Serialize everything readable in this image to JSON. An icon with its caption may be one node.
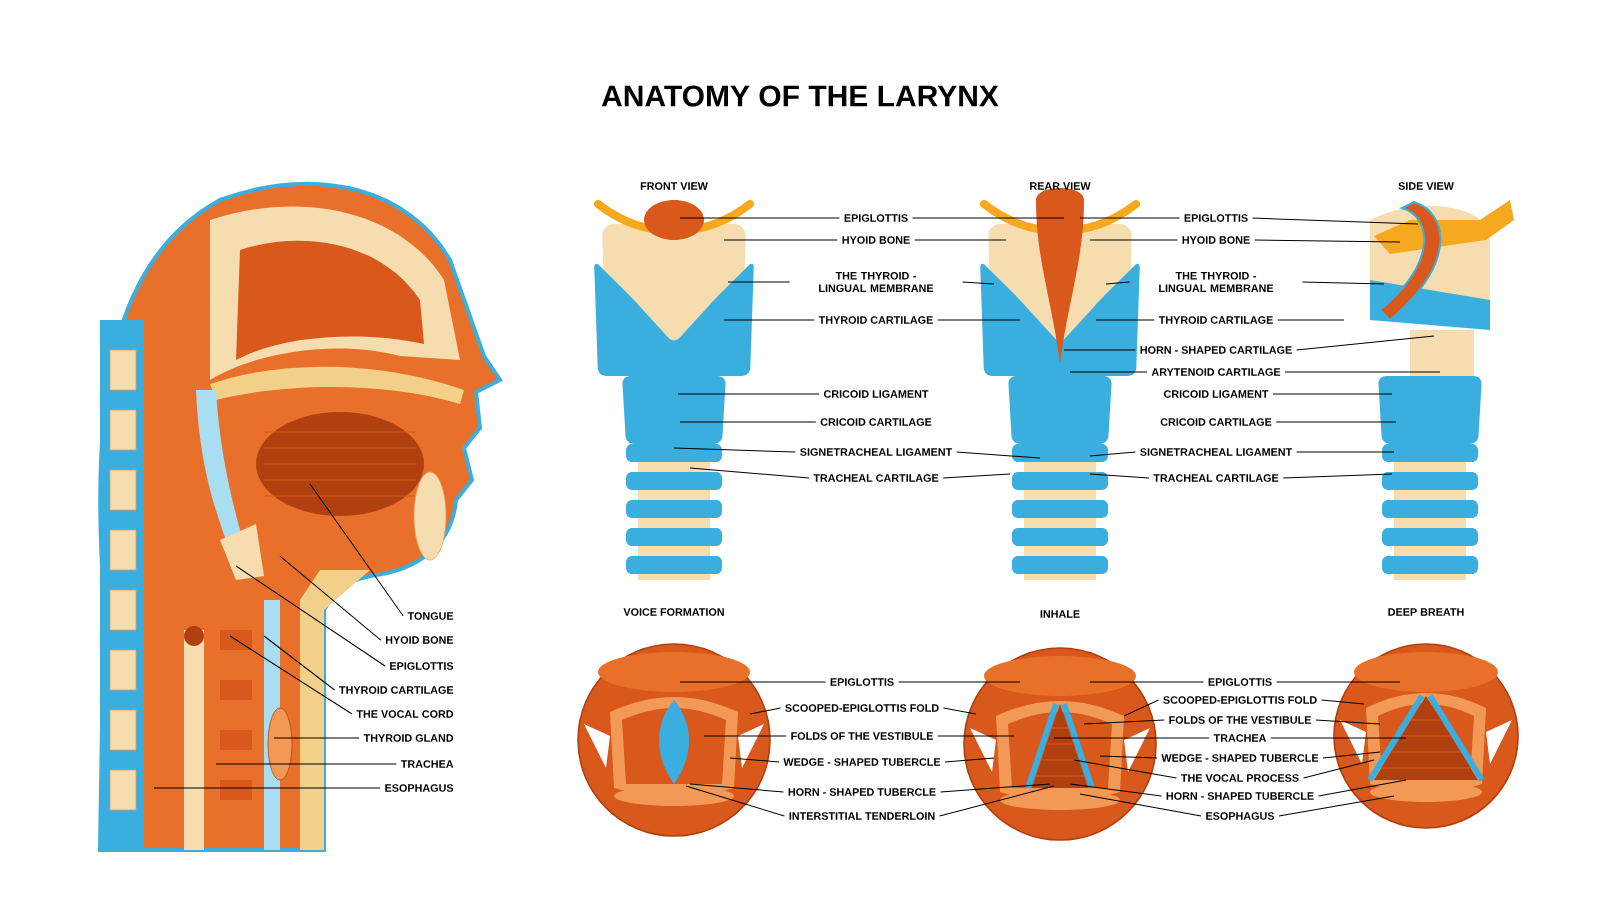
{
  "diagram": {
    "title": "ANATOMY OF THE LARYNX",
    "nodes": [
      {
        "text": [
          "TONGUE"
        ]
      },
      {
        "text": [
          "HYOID BONE"
        ]
      },
      {
        "text": [
          "EPIGLOTTIS"
        ]
      },
      {
        "text": [
          "THYROID CARTILAGE"
        ]
      },
      {
        "text": [
          "THE VOCAL CORD"
        ]
      },
      {
        "text": [
          "THYROID GLAND"
        ]
      },
      {
        "text": [
          "TRACHEA"
        ]
      },
      {
        "text": [
          "ESOPHAGUS"
        ]
      },
      {
        "text": [
          "EPIGLOTTIS"
        ]
      },
      {
        "text": [
          "HYOID BONE"
        ]
      },
      {
        "text": [
          "THE THYROID - LINGUAL MEMBRANE"
        ]
      },
      {
        "text": [
          "THYROID CARTILAGE"
        ]
      },
      {
        "text": [
          "CRICOID LIGAMENT"
        ]
      },
      {
        "text": [
          "CRICOID CARTILAGE"
        ]
      },
      {
        "text": [
          "SIGNETRACHEAL LIGAMENT"
        ]
      },
      {
        "text": [
          "TRACHEAL CARTILAGE"
        ]
      },
      {
        "text": [
          "EPIGLOTTIS"
        ]
      },
      {
        "text": [
          "HYOID BONE"
        ]
      },
      {
        "text": [
          "THE THYROID - LINGUAL MEMBRANE"
        ]
      },
      {
        "text": [
          "THYROID CARTILAGE"
        ]
      },
      {
        "text": [
          "HORN - SHAPED CARTILAGE"
        ]
      },
      {
        "text": [
          "ARYTENOID CARTILAGE"
        ]
      },
      {
        "text": [
          "CRICOID LIGAMENT"
        ]
      },
      {
        "text": [
          "CRICOID CARTILAGE"
        ]
      },
      {
        "text": [
          "SIGNETRACHEAL LIGAMENT"
        ]
      },
      {
        "text": [
          "TRACHEAL CARTILAGE"
        ]
      },
      {
        "text": [
          "EPIGLOTTIS"
        ]
      },
      {
        "text": [
          "SCOOPED-EPIGLOTTIS FOLD"
        ]
      },
      {
        "text": [
          "FOLDS OF THE VESTIBULE"
        ]
      },
      {
        "text": [
          "WEDGE - SHAPED TUBERCLE"
        ]
      },
      {
        "text": [
          "HORN - SHAPED TUBERCLE"
        ]
      },
      {
        "text": [
          "INTERSTITIAL TENDERLOIN"
        ]
      },
      {
        "text": [
          "EPIGLOTTIS"
        ]
      },
      {
        "text": [
          "SCOOPED-EPIGLOTTIS FOLD"
        ]
      },
      {
        "text": [
          "FOLDS OF THE VESTIBULE"
        ]
      },
      {
        "text": [
          "TRACHEA"
        ]
      },
      {
        "text": [
          "WEDGE - SHAPED TUBERCLE"
        ]
      },
      {
        "text": [
          "THE VOCAL PROCESS"
        ]
      },
      {
        "text": [
          "HORN - SHAPED TUBERCLE"
        ]
      },
      {
        "text": [
          "ESOPHAGUS"
        ]
      }
    ],
    "edges": [
      {
        "from": 0,
        "to": null,
        "arrow": "none"
      },
      {
        "from": 1,
        "to": null,
        "arrow": "none"
      },
      {
        "from": 2,
        "to": null,
        "arrow": "none"
      },
      {
        "from": 3,
        "to": null,
        "arrow": "none"
      },
      {
        "from": 4,
        "to": null,
        "arrow": "none"
      },
      {
        "from": 5,
        "to": null,
        "arrow": "none"
      },
      {
        "from": 6,
        "to": null,
        "arrow": "none"
      },
      {
        "from": 7,
        "to": null,
        "arrow": "none"
      },
      {
        "from": 8,
        "to": null,
        "arrow": "none"
      },
      {
        "from": 8,
        "to": null,
        "arrow": "none"
      },
      {
        "from": 9,
        "to": null,
        "arrow": "none"
      },
      {
        "from": 9,
        "to": null,
        "arrow": "none"
      },
      {
        "from": 10,
        "to": null,
        "arrow": "none"
      },
      {
        "from": 10,
        "to": null,
        "arrow": "none"
      },
      {
        "from": 11,
        "to": null,
        "arrow": "none"
      },
      {
        "from": 11,
        "to": null,
        "arrow": "none"
      },
      {
        "from": 12,
        "to": null,
        "arrow": "none"
      },
      {
        "from": 13,
        "to": null,
        "arrow": "none"
      },
      {
        "from": 14,
        "to": null,
        "arrow": "none"
      },
      {
        "from": 14,
        "to": null,
        "arrow": "none"
      },
      {
        "from": 15,
        "to": null,
        "arrow": "none"
      },
      {
        "from": 15,
        "to": null,
        "arrow": "none"
      },
      {
        "from": 16,
        "to": null,
        "arrow": "none"
      },
      {
        "from": 16,
        "to": null,
        "arrow": "none"
      },
      {
        "from": 17,
        "to": null,
        "arrow": "none"
      },
      {
        "from": 17,
        "to": null,
        "arrow": "none"
      },
      {
        "from": 18,
        "to": null,
        "arrow": "none"
      },
      {
        "from": 18,
        "to": null,
        "arrow": "none"
      },
      {
        "from": 19,
        "to": null,
        "arrow": "none"
      },
      {
        "from": 19,
        "to": null,
        "arrow": "none"
      },
      {
        "from": 20,
        "to": null,
        "arrow": "none"
      },
      {
        "from": 20,
        "to": null,
        "arrow": "none"
      },
      {
        "from": 21,
        "to": null,
        "arrow": "none"
      },
      {
        "from": 21,
        "to": null,
        "arrow": "none"
      },
      {
        "from": 22,
        "to": null,
        "arrow": "none"
      },
      {
        "from": 23,
        "to": null,
        "arrow": "none"
      },
      {
        "from": 24,
        "to": null,
        "arrow": "none"
      },
      {
        "from": 24,
        "to": null,
        "arrow": "none"
      },
      {
        "from": 25,
        "to": null,
        "arrow": "none"
      },
      {
        "from": 25,
        "to": null,
        "arrow": "none"
      },
      {
        "from": 26,
        "to": null,
        "arrow": "none"
      },
      {
        "from": 26,
        "to": null,
        "arrow": "none"
      },
      {
        "from": 27,
        "to": null,
        "arrow": "none"
      },
      {
        "from": 27,
        "to": null,
        "arrow": "none"
      },
      {
        "from": 28,
        "to": null,
        "arrow": "none"
      },
      {
        "from": 28,
        "to": null,
        "arrow": "none"
      },
      {
        "from": 29,
        "to": null,
        "arrow": "none"
      },
      {
        "from": 29,
        "to": null,
        "arrow": "none"
      },
      {
        "from": 30,
        "to": null,
        "arrow": "none"
      },
      {
        "from": 30,
        "to": null,
        "arrow": "none"
      },
      {
        "from": 31,
        "to": null,
        "arrow": "none"
      },
      {
        "from": 31,
        "to": null,
        "arrow": "none"
      },
      {
        "from": 32,
        "to": null,
        "arrow": "none"
      },
      {
        "from": 32,
        "to": null,
        "arrow": "none"
      },
      {
        "from": 33,
        "to": null,
        "arrow": "none"
      },
      {
        "from": 33,
        "to": null,
        "arrow": "none"
      },
      {
        "from": 34,
        "to": null,
        "arrow": "none"
      },
      {
        "from": 34,
        "to": null,
        "arrow": "none"
      },
      {
        "from": 35,
        "to": null,
        "arrow": "none"
      },
      {
        "from": 35,
        "to": null,
        "arrow": "none"
      },
      {
        "from": 36,
        "to": null,
        "arrow": "none"
      },
      {
        "from": 36,
        "to": null,
        "arrow": "none"
      },
      {
        "from": 37,
        "to": null,
        "arrow": "none"
      },
      {
        "from": 37,
        "to": null,
        "arrow": "none"
      },
      {
        "from": 38,
        "to": null,
        "arrow": "none"
      },
      {
        "from": 38,
        "to": null,
        "arrow": "none"
      },
      {
        "from": 39,
        "to": null,
        "arrow": "none"
      },
      {
        "from": 39,
        "to": null,
        "arrow": "none"
      }
    ],
    "labels": [
      "FRONT VIEW",
      "REAR VIEW",
      "SIDE VIEW",
      "VOICE FORMATION",
      "INHALE",
      "DEEP BREATH"
    ]
  }
}
